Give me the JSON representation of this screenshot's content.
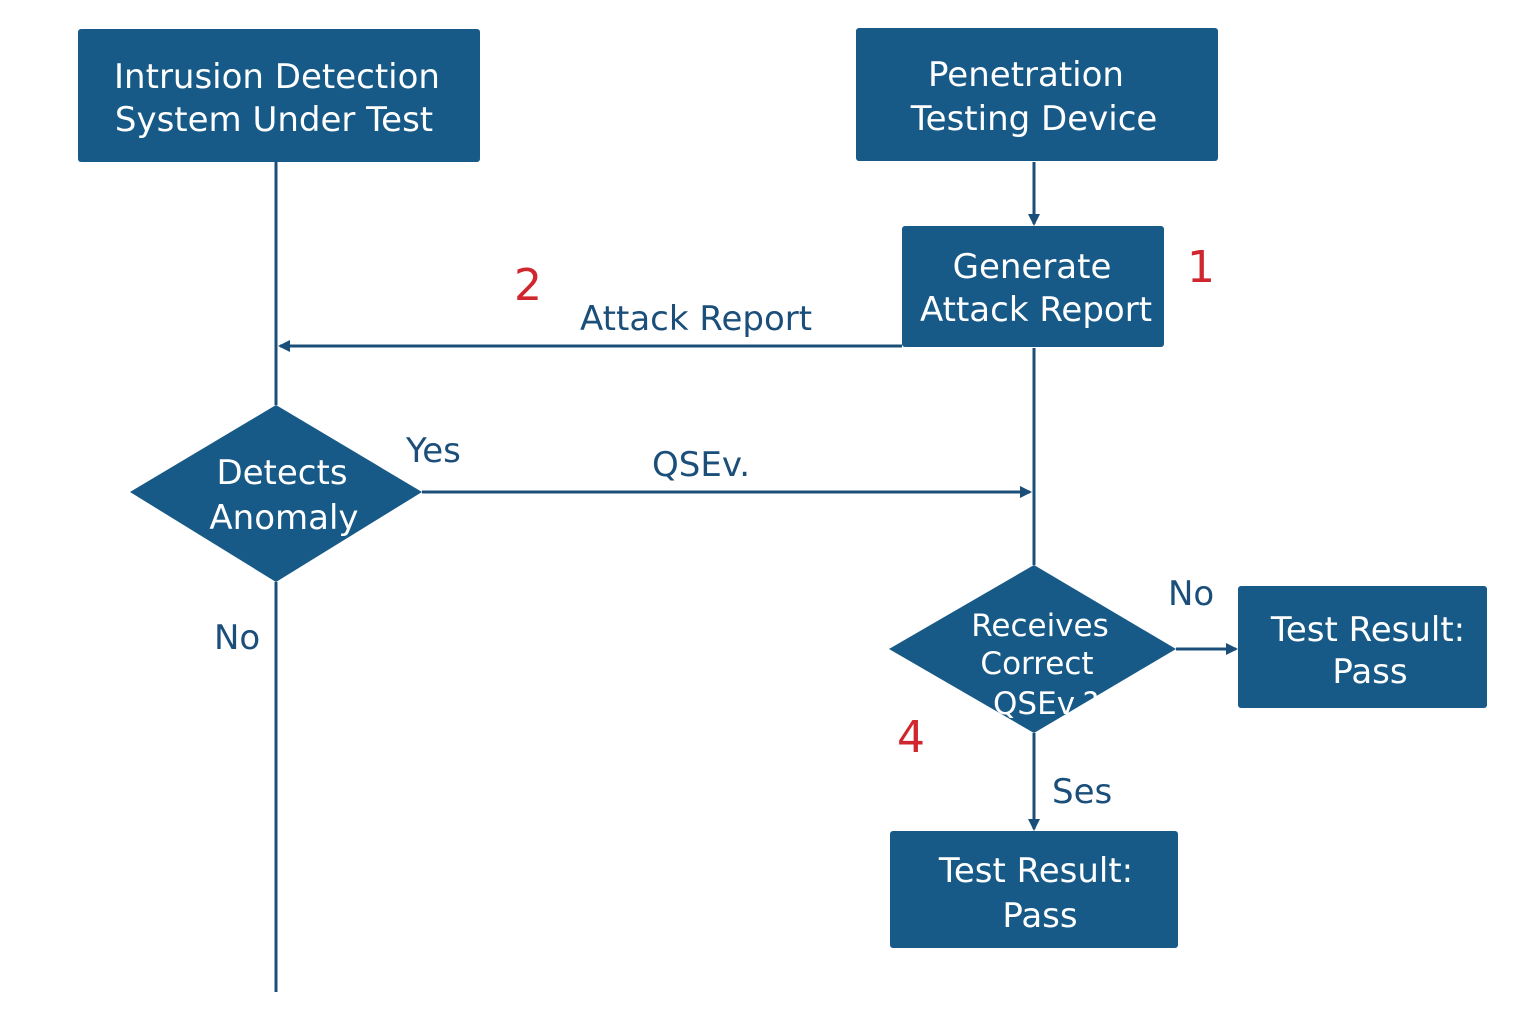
{
  "colors": {
    "box_fill": "#175a87",
    "line": "#1b4f7a",
    "box_text": "#ffffff",
    "label_text": "#1b4f7a",
    "step_number": "#d0262e"
  },
  "nodes": {
    "ids": {
      "line1": "Intrusion Detection",
      "line2": "System Under Test"
    },
    "pen_device": {
      "line1": "Penetration",
      "line2": "Testing Device"
    },
    "generate": {
      "line1": "Generate",
      "line2": "Attack Report"
    },
    "detects": {
      "line1": "Detects",
      "line2": "Anomaly"
    },
    "receives": {
      "line1": "Receives",
      "line2": "Correct",
      "line3": "QSEv.?"
    },
    "result_right": {
      "line1": "Test Result:",
      "line2": "Pass"
    },
    "result_bottom": {
      "line1": "Test Result:",
      "line2": "Pass"
    }
  },
  "edge_labels": {
    "attack_report": "Attack Report",
    "yes": "Yes",
    "qsev": "QSEv.",
    "no_left": "No",
    "no_right": "No",
    "ses": "Ses"
  },
  "step_numbers": {
    "one": "1",
    "two": "2",
    "four": "4"
  }
}
